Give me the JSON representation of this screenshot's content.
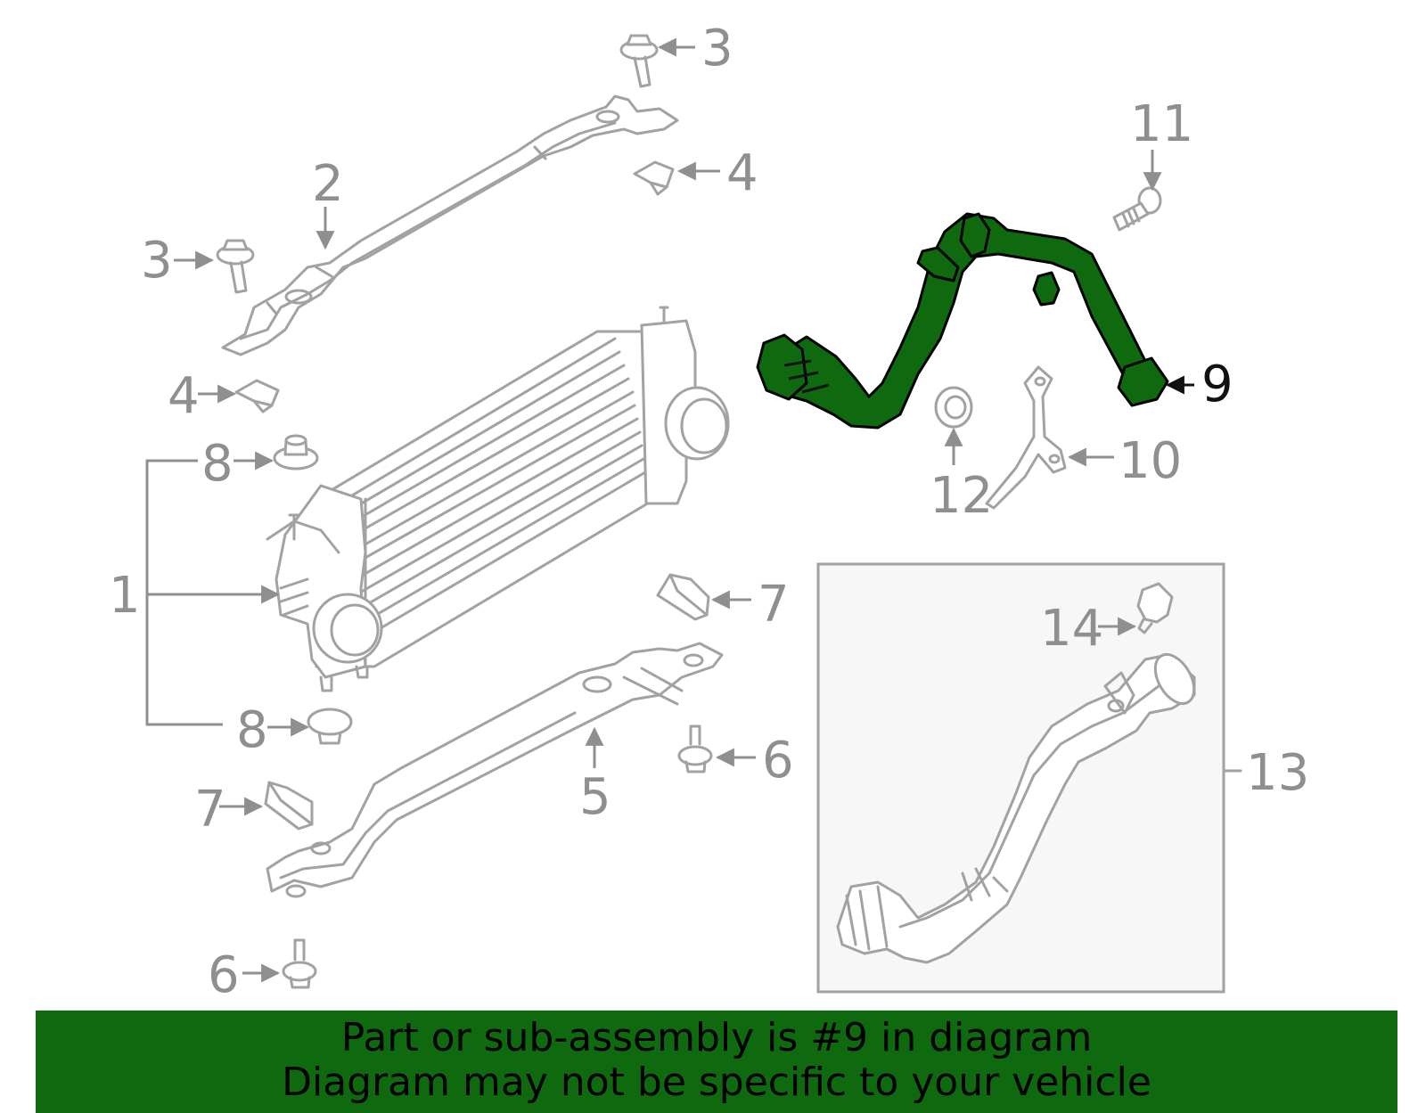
{
  "callouts": {
    "c1": "1",
    "c2": "2",
    "c3_top": "3",
    "c3_left": "3",
    "c4_top": "4",
    "c4_left": "4",
    "c5": "5",
    "c6_right": "6",
    "c6_bottom": "6",
    "c7_right": "7",
    "c7_left": "7",
    "c8_top": "8",
    "c8_bottom": "8",
    "c9": "9",
    "c10": "10",
    "c11": "11",
    "c12": "12",
    "c13": "13",
    "c14": "14"
  },
  "highlighted_part": "9",
  "colors": {
    "highlight": "#0f6a0f",
    "part_outline": "#a2a2a2",
    "label": "#8f8f8f",
    "banner": "#0f6a0f",
    "banner_text": "#000000"
  },
  "footer": {
    "line1": "Part or sub-assembly is #9 in diagram",
    "line2": "Diagram may not be specific to your vehicle"
  }
}
